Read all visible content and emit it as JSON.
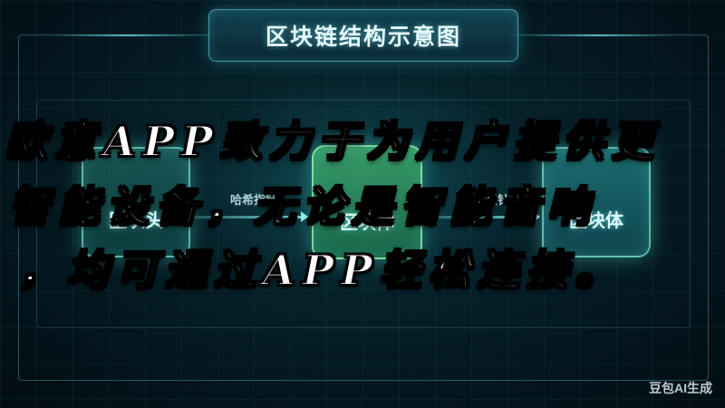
{
  "diagram": {
    "title": "区块链结构示意图",
    "blocks": [
      {
        "label": "区块头"
      },
      {
        "label": "区块体"
      },
      {
        "label": "区块体"
      }
    ],
    "connectors": [
      {
        "label": "哈希指针"
      },
      {
        "label": "哈希指针"
      }
    ]
  },
  "overlay": {
    "lines": [
      "欧意APP致力于为用户提供更",
      "智能设备，无论是智能音响",
      "，均可通过APP轻松连接。"
    ]
  },
  "watermark": "豆包AI生成",
  "colors": {
    "background": "#041218",
    "accent": "#5fd6d8",
    "highlight_block": "#3fa070"
  }
}
